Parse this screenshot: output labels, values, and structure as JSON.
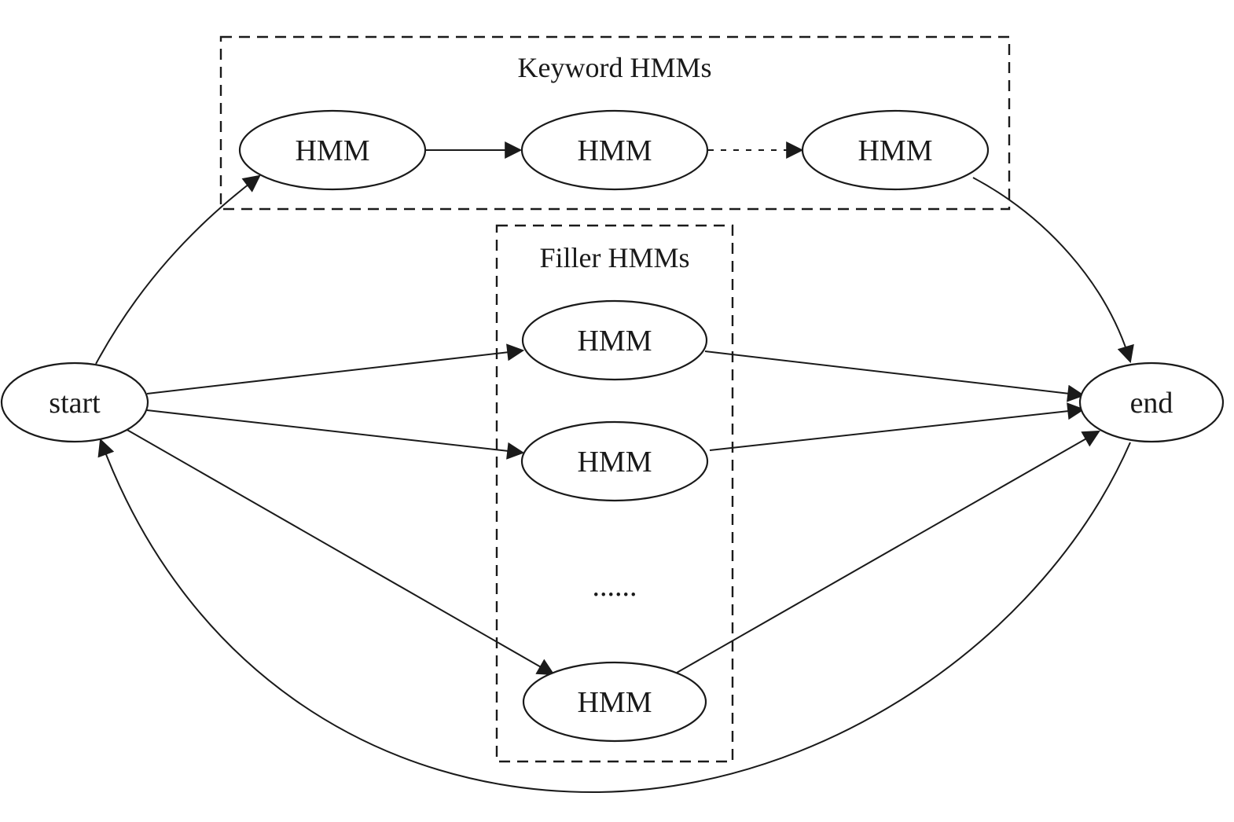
{
  "clusters": {
    "keyword": {
      "label": "Keyword HMMs"
    },
    "filler": {
      "label": "Filler HMMs"
    }
  },
  "nodes": {
    "start": "start",
    "end": "end",
    "keyword": [
      "HMM",
      "HMM",
      "HMM"
    ],
    "filler": [
      "HMM",
      "HMM",
      "HMM"
    ],
    "filler_ellipsis": "......"
  },
  "edges": [
    {
      "from": "start",
      "to": "keyword-1",
      "style": "solid"
    },
    {
      "from": "keyword-1",
      "to": "keyword-2",
      "style": "solid"
    },
    {
      "from": "keyword-2",
      "to": "keyword-3",
      "style": "dotted"
    },
    {
      "from": "keyword-3",
      "to": "end",
      "style": "solid"
    },
    {
      "from": "start",
      "to": "filler-1",
      "style": "solid"
    },
    {
      "from": "start",
      "to": "filler-2",
      "style": "solid"
    },
    {
      "from": "start",
      "to": "filler-3",
      "style": "solid"
    },
    {
      "from": "filler-1",
      "to": "end",
      "style": "solid"
    },
    {
      "from": "filler-2",
      "to": "end",
      "style": "solid"
    },
    {
      "from": "filler-3",
      "to": "end",
      "style": "solid"
    },
    {
      "from": "end",
      "to": "start",
      "style": "solid"
    }
  ]
}
